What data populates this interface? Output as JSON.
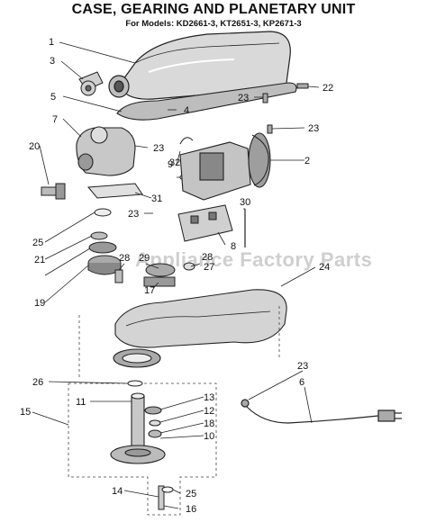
{
  "header": {
    "title": "CASE, GEARING AND PLANETARY UNIT",
    "subtitle": "For Models: KD2661-3, KT2651-3, KP2671-3"
  },
  "watermark": "Appliance Factory Parts",
  "callouts": [
    "1",
    "2",
    "3",
    "4",
    "5",
    "7",
    "8",
    "9",
    "10",
    "11",
    "12",
    "13",
    "14",
    "15",
    "16",
    "17",
    "18",
    "19",
    "20",
    "21",
    "22",
    "23",
    "24",
    "25",
    "26",
    "27",
    "28",
    "29",
    "30",
    "31",
    "32"
  ],
  "colors": {
    "line": "#222222",
    "shade": "#9a9a9a",
    "light": "#e6e6e6"
  }
}
